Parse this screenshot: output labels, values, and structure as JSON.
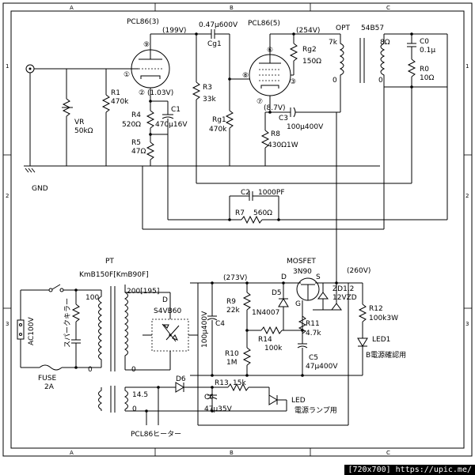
{
  "frame": {
    "cols_top": [
      "A",
      "B",
      "C"
    ],
    "rows": [
      "1",
      "2",
      "3"
    ]
  },
  "footer": "[720x700] https://upic.me/",
  "tubes": {
    "v1": {
      "name": "PCL86(3)",
      "plate_v": "(199V)",
      "cath_v": "(1.03V)",
      "pins": {
        "p": "⑨",
        "g": "①",
        "k": "②"
      }
    },
    "v2": {
      "name": "PCL86(5)",
      "plate_v": "(254V)",
      "cath_v": "(8.7V)",
      "pins": {
        "p": "⑥",
        "g": "⑧",
        "k": "⑦",
        "s": "③"
      }
    }
  },
  "parts": {
    "cg1": {
      "name": "Cg1",
      "value": "0.47μ600V"
    },
    "rg2": {
      "name": "Rg2",
      "value": "150Ω"
    },
    "opt": {
      "name": "OPT",
      "model": "54B57",
      "imp": "7k",
      "sec": "8Ω",
      "zero1": "0",
      "zero2": "0"
    },
    "c0": {
      "name": "C0",
      "value": "0.1μ"
    },
    "r0": {
      "name": "R0",
      "value": "10Ω"
    },
    "r1": {
      "name": "R1",
      "value": "470k"
    },
    "vr": {
      "name": "VR",
      "value": "50kΩ"
    },
    "r3": {
      "name": "R3",
      "value": "33k"
    },
    "r4": {
      "name": "R4",
      "value": "520Ω"
    },
    "c1": {
      "name": "C1",
      "value": "470μ16V"
    },
    "r5": {
      "name": "R5",
      "value": "47Ω"
    },
    "rg1": {
      "name": "Rg1",
      "value": "470k"
    },
    "c3": {
      "name": "C3",
      "value": "100μ400V"
    },
    "r8": {
      "name": "R8",
      "value": "430Ω1W"
    },
    "gnd": "GND",
    "c2": {
      "name": "C2",
      "value": "1000PF"
    },
    "r7": {
      "name": "R7",
      "value": "560Ω"
    },
    "pt": {
      "name": "PT",
      "model": "KmB150F[KmB90F]",
      "tap100": "100",
      "tap0": "0",
      "tap200": "200[195]",
      "tap0b": "0",
      "tap145": "14.5",
      "tap0c": "0"
    },
    "d": {
      "name": "D",
      "model": "S4VB60"
    },
    "c4": {
      "name": "C4",
      "value": "100μ400V"
    },
    "mosfet": {
      "name": "MOSFET",
      "model": "3N90",
      "d": "D",
      "s": "S",
      "g": "G"
    },
    "b_in": "(273V)",
    "b_out": "(260V)",
    "d5": "D5",
    "r9": {
      "name": "R9",
      "value": "22k"
    },
    "diode1n": "1N4007",
    "zd": {
      "name": "ZD1,2",
      "value": "12VZD"
    },
    "r11": {
      "name": "R11",
      "value": "4.7k"
    },
    "r14": {
      "name": "R14",
      "value": "100k"
    },
    "r10": {
      "name": "R10",
      "value": "1M"
    },
    "c5": {
      "name": "C5",
      "value": "47μ400V"
    },
    "r12": {
      "name": "R12",
      "value": "100k3W"
    },
    "led1": {
      "name": "LED1",
      "desc": "B電源確認用"
    },
    "ac": "AC100V",
    "spark": "スパークキラー",
    "fuse": {
      "name": "FUSE",
      "value": "2A"
    },
    "d6": "D6",
    "r13": {
      "name": "R13",
      "value": "15k"
    },
    "c6": {
      "name": "C6",
      "value": "47μ35V"
    },
    "led2": {
      "name": "LED",
      "desc": "電源ランプ用"
    },
    "heater": "PCL86ヒーター"
  }
}
